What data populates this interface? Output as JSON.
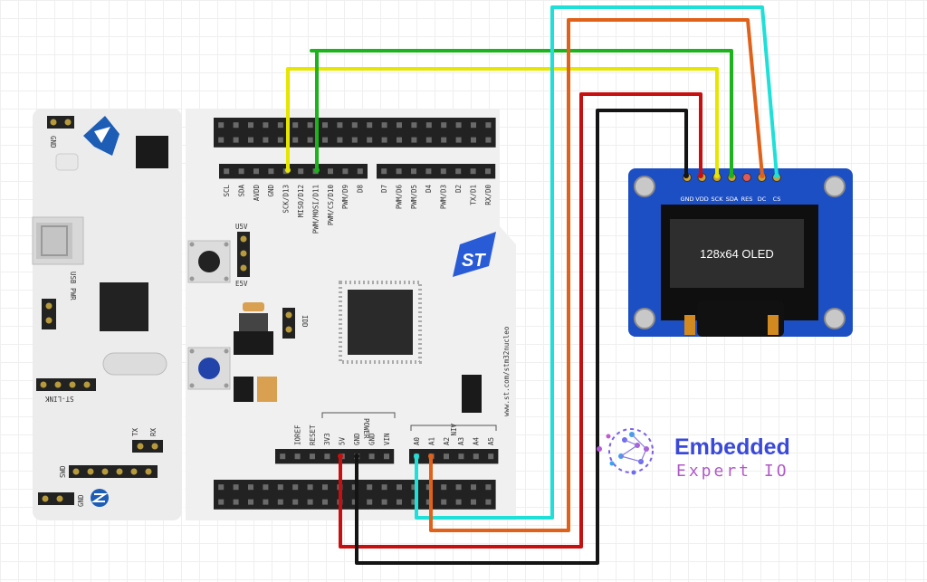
{
  "board": {
    "top_left_labels": {
      "gnd": "GND",
      "usb_pwr": "USB PWR",
      "st_link": "ST-LINK",
      "tx": "TX",
      "rx": "RX",
      "swd": "SWD",
      "gnd2": "GND"
    },
    "top_header_labels": [
      "SCL",
      "SDA",
      "AVDD",
      "GND",
      "SCK/D13",
      "MISO/D12",
      "PWM/MOSI/D11",
      "PWM/CS/D10",
      "PWM/D9",
      "D8"
    ],
    "top_header_labels2": [
      "D7",
      "PWM/D6",
      "PWM/D5",
      "D4",
      "PWM/D3",
      "D2",
      "TX/D1",
      "RX/D0"
    ],
    "u5v": "U5V",
    "e5v": "E5V",
    "idd": "IDD",
    "url": "www.st.com/stm32nucleo",
    "power_title": "POWER",
    "power_labels": [
      "IOREF",
      "RESET",
      "3V3",
      "5V",
      "GND",
      "GND",
      "VIN"
    ],
    "ain_title": "AIN",
    "ain_labels": [
      "A0",
      "A1",
      "A2",
      "A3",
      "A4",
      "A5"
    ]
  },
  "oled": {
    "pins": [
      "GND",
      "VDD",
      "SCK",
      "SDA",
      "RES",
      "DC",
      "CS"
    ],
    "screen_text": "128x64 OLED"
  },
  "logo": {
    "line1": "Embedded",
    "line2": "Expert IO"
  },
  "wire_colors": {
    "yellow": "#e6e600",
    "green": "#1db31d",
    "cyan": "#1ee0d8",
    "orange": "#e0621a",
    "red": "#c80f0f",
    "black": "#141414"
  }
}
